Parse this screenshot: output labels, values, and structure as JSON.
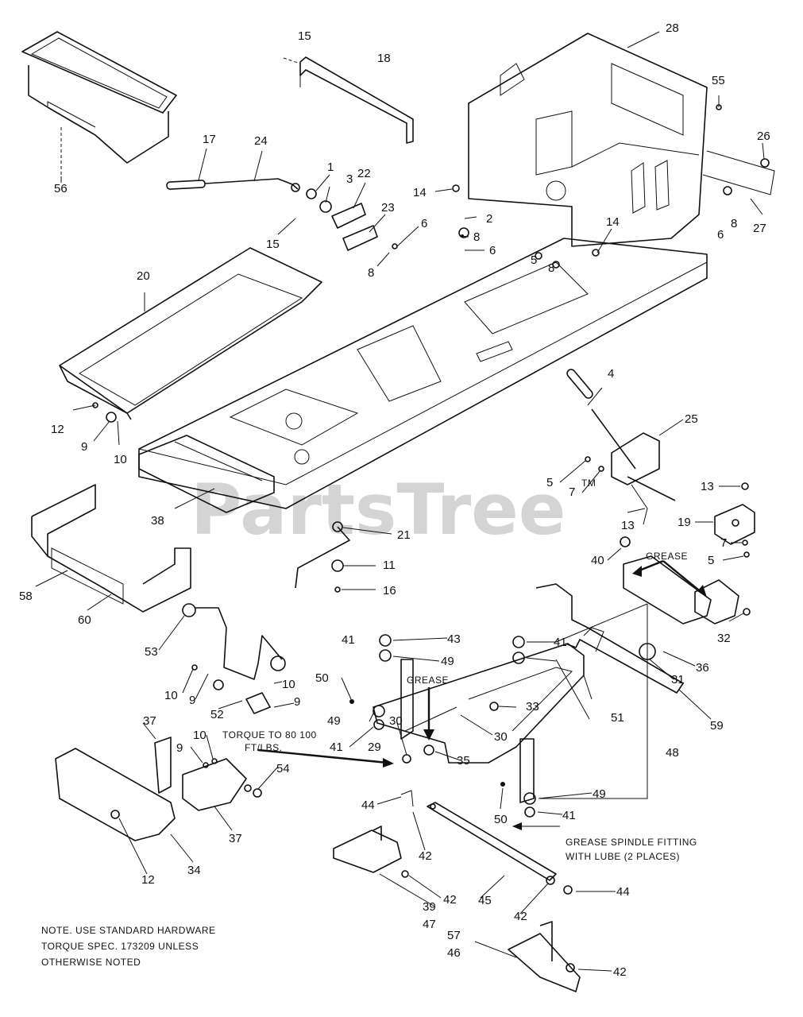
{
  "watermark": "PartsTree",
  "watermark_mark": "TM",
  "callouts": {
    "c1": "1",
    "c2": "2",
    "c3": "3",
    "c4": "4",
    "c5a": "5",
    "c5b": "5",
    "c5c": "5",
    "c6a": "6",
    "c6b": "6",
    "c6c": "6",
    "c7a": "7",
    "c7b": "7",
    "c8a": "8",
    "c8b": "8",
    "c8c": "8",
    "c8d": "8",
    "c9a": "9",
    "c9b": "9",
    "c9c": "9",
    "c9d": "9",
    "c10a": "10",
    "c10b": "10",
    "c10c": "10",
    "c10d": "10",
    "c11": "11",
    "c12a": "12",
    "c12b": "12",
    "c13a": "13",
    "c13b": "13",
    "c14a": "14",
    "c14b": "14",
    "c15a": "15",
    "c15b": "15",
    "c16": "16",
    "c17": "17",
    "c18": "18",
    "c19": "19",
    "c20": "20",
    "c21": "21",
    "c22": "22",
    "c23": "23",
    "c24": "24",
    "c25": "25",
    "c26": "26",
    "c27": "27",
    "c28": "28",
    "c29": "29",
    "c30a": "30",
    "c30b": "30",
    "c31": "31",
    "c32": "32",
    "c33": "33",
    "c34": "34",
    "c35": "35",
    "c36": "36",
    "c37a": "37",
    "c37b": "37",
    "c38": "38",
    "c39": "39",
    "c40": "40",
    "c41a": "41",
    "c41b": "41",
    "c41c": "41",
    "c41d": "41",
    "c42a": "42",
    "c42b": "42",
    "c42c": "42",
    "c42d": "42",
    "c43": "43",
    "c44a": "44",
    "c44b": "44",
    "c45": "45",
    "c46": "46",
    "c47": "47",
    "c48": "48",
    "c49a": "49",
    "c49b": "49",
    "c49c": "49",
    "c50a": "50",
    "c50b": "50",
    "c51": "51",
    "c52": "52",
    "c53": "53",
    "c54": "54",
    "c55": "55",
    "c56": "56",
    "c57": "57",
    "c58": "58",
    "c59": "59",
    "c60": "60"
  },
  "annotations": {
    "grease_top": "GREASE",
    "grease_mid": "GREASE",
    "torque_line1": "TORQUE TO 80 100",
    "torque_line2": "FT/LBS.",
    "grease_spindle_line1": "GREASE SPINDLE FITTING",
    "grease_spindle_line2": "WITH LUBE (2 PLACES)"
  },
  "note": {
    "line1": "NOTE.  USE STANDARD HARDWARE",
    "line2": "TORQUE SPEC. 173209 UNLESS",
    "line3": "OTHERWISE NOTED"
  }
}
